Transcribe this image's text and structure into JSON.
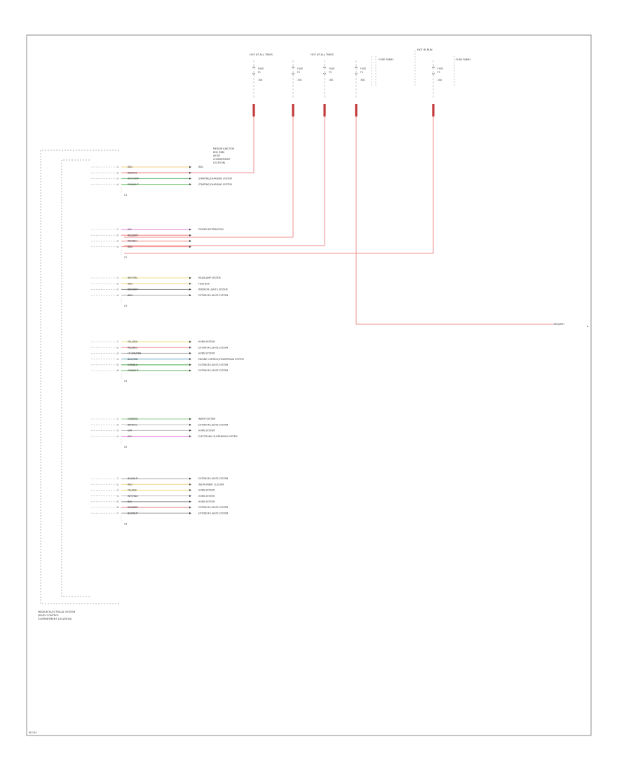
{
  "fuses": [
    {
      "id": "f1",
      "header": "HOT AT ALL TIMES",
      "name": "FUSE",
      "num": "F1",
      "amp": "10A",
      "wire": "RED"
    },
    {
      "id": "f2",
      "header": "",
      "name": "FUSE",
      "num": "F2",
      "amp": "15A",
      "wire": "RED"
    },
    {
      "id": "f3",
      "header": "HOT AT ALL TIMES",
      "name": "FUSE",
      "num": "F3",
      "amp": "10A",
      "wire": "RED"
    },
    {
      "id": "f4",
      "header": "",
      "name": "FUSE",
      "num": "F4",
      "amp": "30A",
      "wire": "RED"
    },
    {
      "id": "f5",
      "header": "HOT IN RUN",
      "name": "FUSE",
      "num": "F5",
      "amp": "10A",
      "wire": "RED"
    }
  ],
  "fuse_box_left": "FUSE PANEL",
  "fuse_box_right": "FUSE PANEL",
  "top_connector_label": [
    "MEDIUM JUNCTION",
    "BOX (MJB)",
    "(BODY",
    "COMPARTMENT",
    "LOCATION)"
  ],
  "groups": [
    {
      "pin": "C1",
      "rows": [
        {
          "wire": "RED",
          "color": "#f5d28a",
          "label": "RED",
          "target": ""
        },
        {
          "wire": "RED/YEL",
          "color": "#f08f8f",
          "label": "",
          "target": ""
        },
        {
          "wire": "WHT/GRN",
          "color": "#7fc48a",
          "label": "STARTING/CHARGING SYSTEM",
          "target": ""
        },
        {
          "wire": "GRN/WHT",
          "color": "#6cc56c",
          "label": "STARTING/CHARGING SYSTEM",
          "target": ""
        }
      ]
    },
    {
      "pin": "C2",
      "rows": [
        {
          "wire": "VIO",
          "color": "#e07be0",
          "label": "POWER DISTRIBUTION",
          "target": ""
        },
        {
          "wire": "RED/WHT",
          "color": "#f08f8f",
          "label": "",
          "target": ""
        },
        {
          "wire": "RED/BLU",
          "color": "#f08f8f",
          "label": "",
          "target": ""
        },
        {
          "wire": "RED",
          "color": "#f08f8f",
          "label": "",
          "target": ""
        }
      ]
    },
    {
      "pin": "C3",
      "rows": [
        {
          "wire": "WHT/YEL",
          "color": "#eedc86",
          "label": "HEADLAMP SYSTEM",
          "target": ""
        },
        {
          "wire": "RED",
          "color": "#f5d28a",
          "label": "FUSE BOX",
          "target": ""
        },
        {
          "wire": "BRN/WHT",
          "color": "#999999",
          "label": "INTERIOR LIGHTS SYSTEM",
          "target": ""
        },
        {
          "wire": "BRN",
          "color": "#aaaaaa",
          "label": "EXTERIOR LIGHTS SYSTEM",
          "target": ""
        }
      ]
    },
    {
      "pin": "C4",
      "rows": [
        {
          "wire": "YEL/GRN",
          "color": "#eee088",
          "label": "HORN SYSTEM",
          "target": ""
        },
        {
          "wire": "RED/BLU",
          "color": "#f08f8f",
          "label": "EXTERIOR LIGHTS SYSTEM",
          "target": ""
        },
        {
          "wire": "LT GRN/BRN",
          "color": "#b9b9b9",
          "label": "HORN SYSTEM",
          "target": ""
        },
        {
          "wire": "BLU/GRN",
          "color": "#6aa9c4",
          "label": "ENGINE CONTROL/POWERTRAIN SYSTEM",
          "target": ""
        },
        {
          "wire": "GRN/BLU",
          "color": "#5fb45f",
          "label": "EXTERIOR LIGHTS SYSTEM",
          "target": ""
        },
        {
          "wire": "GRN/WHT",
          "color": "#5fb45f",
          "label": "EXTERIOR LIGHTS SYSTEM",
          "target": ""
        }
      ]
    },
    {
      "pin": "C5",
      "rows": [
        {
          "wire": "GRN/RED",
          "color": "#8ecb8e",
          "label": "WIPER SYSTEM",
          "target": ""
        },
        {
          "wire": "BRN/YEL",
          "color": "#c2c2c2",
          "label": "EXTERIOR LIGHTS SYSTEM",
          "target": ""
        },
        {
          "wire": "GRY",
          "color": "#c2c2c2",
          "label": "HORN SYSTEM",
          "target": ""
        },
        {
          "wire": "VIO",
          "color": "#e07be0",
          "label": "ELECTRONIC SUSPENSION SYSTEM",
          "target": ""
        }
      ]
    },
    {
      "pin": "C6",
      "rows": [
        {
          "wire": "BLK/WHT",
          "color": "#aaaaaa",
          "label": "EXTERIOR LIGHTS SYSTEM",
          "target": ""
        },
        {
          "wire": "RED",
          "color": "#f5d28a",
          "label": "INSTRUMENT CLUSTER",
          "target": ""
        },
        {
          "wire": "YEL/BLK",
          "color": "#eee088",
          "label": "HORN SYSTEM",
          "target": ""
        },
        {
          "wire": "WHT/BLK",
          "color": "#c2c2c2",
          "label": "HORN SYSTEM",
          "target": ""
        },
        {
          "wire": "BLK",
          "color": "#999999",
          "label": "HORN SYSTEM",
          "target": ""
        },
        {
          "wire": "RED/BRN",
          "color": "#e27a7a",
          "label": "EXTERIOR LIGHTS SYSTEM",
          "target": ""
        },
        {
          "wire": "BLK/WHT",
          "color": "#aaaaaa",
          "label": "EXTERIOR LIGHTS SYSTEM",
          "target": ""
        }
      ]
    }
  ],
  "right_output_label": "RED/WHT",
  "bottom_box_label": [
    "MEDIUM ELECTRICAL SYSTEM",
    "(BODY CONTROL",
    "COMPARTMENT LOCATION)"
  ],
  "footer_code": "W1234"
}
